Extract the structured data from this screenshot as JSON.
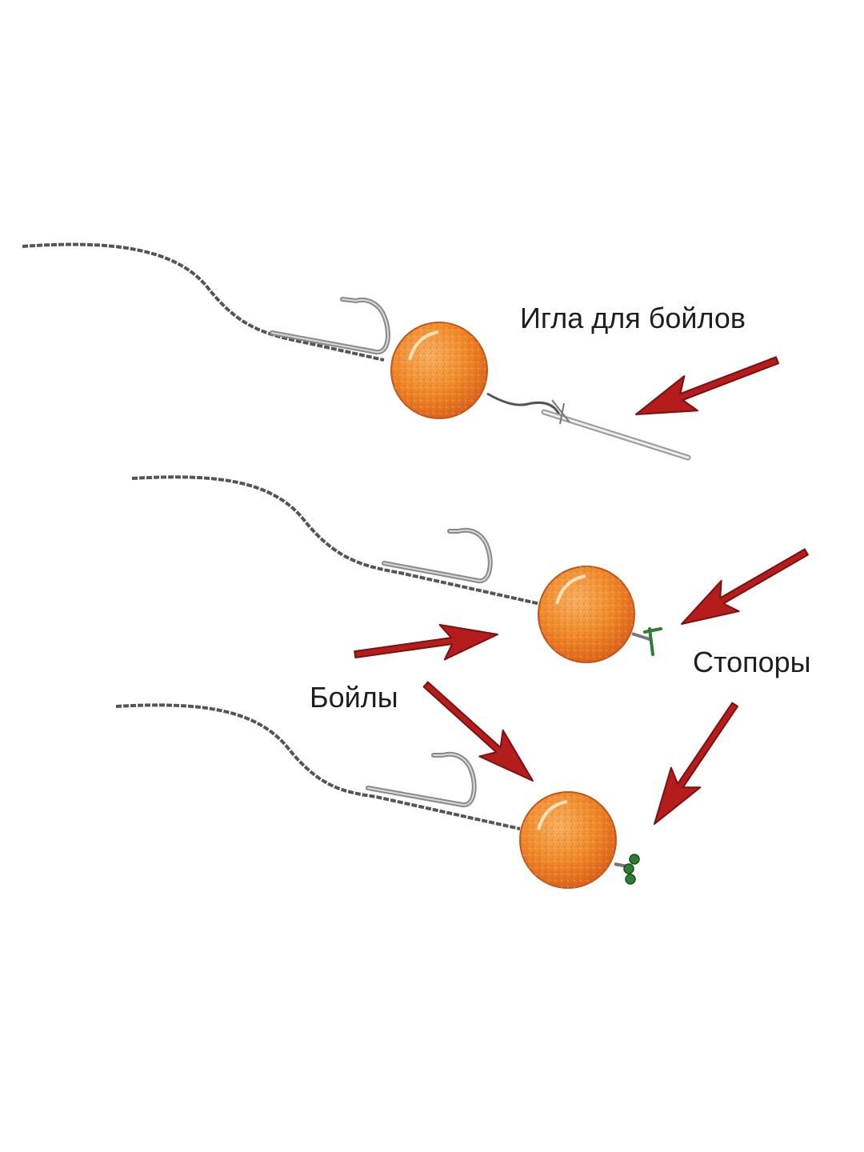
{
  "labels": {
    "needle": "Игла для бойлов",
    "boilies": "Бойлы",
    "stoppers": "Стопоры"
  },
  "colors": {
    "background": "#ffffff",
    "boilie": "#f08a2a",
    "boilie_dark": "#d9601a",
    "arrow": "#b51d1d",
    "line": "#555555",
    "hook": "#8a8a8a",
    "stopper": "#2e7d32"
  },
  "icons": {
    "boilie": "orange-sphere",
    "hook": "fish-hook",
    "needle": "baiting-needle",
    "stopper": "boilie-stopper",
    "arrow": "pointer-arrow"
  }
}
